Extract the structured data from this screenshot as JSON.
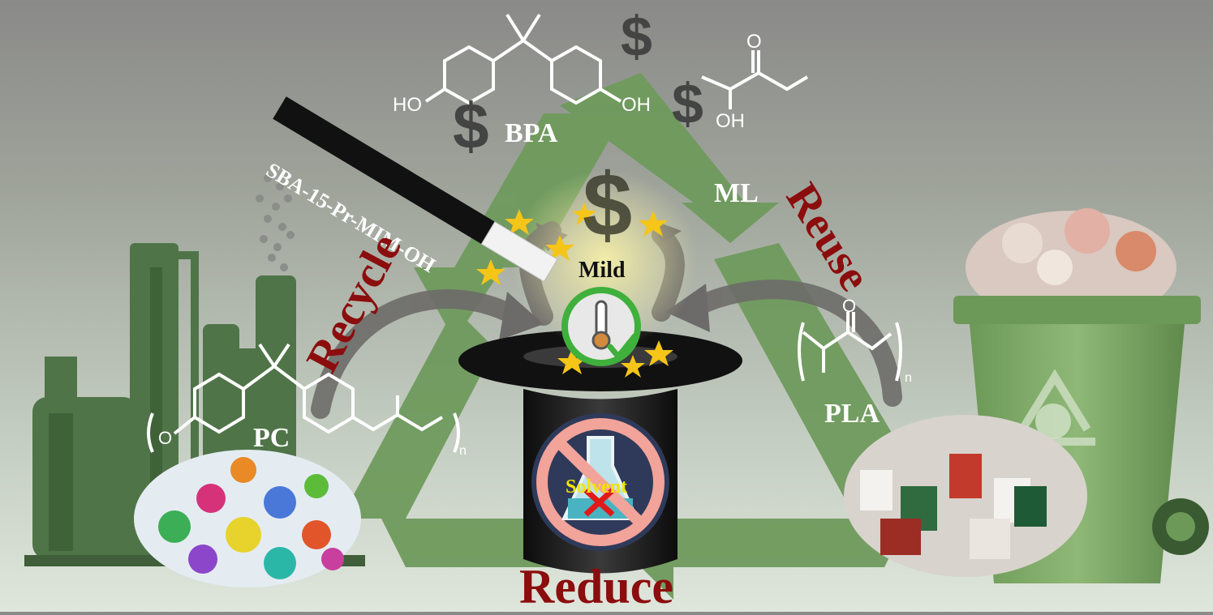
{
  "labels": {
    "bpa": "BPA",
    "ml": "ML",
    "pc": "PC",
    "pla": "PLA",
    "mild": "Mild",
    "solvent": "Solvent",
    "catalyst": "SBA-15-Pr-MIM-OH",
    "recycle": "Recycle",
    "reuse": "Reuse",
    "reduce": "Reduce"
  },
  "chem": {
    "ho_left": "HO",
    "oh_right": "OH",
    "ml_oh": "OH",
    "o": "O",
    "n": "n"
  },
  "icons": {
    "dollar": "$"
  },
  "colors": {
    "arrow_green": "#6f9a5d",
    "factory_green": "#4f7448",
    "bin_green": "#7ba364",
    "word_red": "#8b0d0d",
    "star_gold": "#f5c518",
    "no_sign": "#f2a39a"
  }
}
